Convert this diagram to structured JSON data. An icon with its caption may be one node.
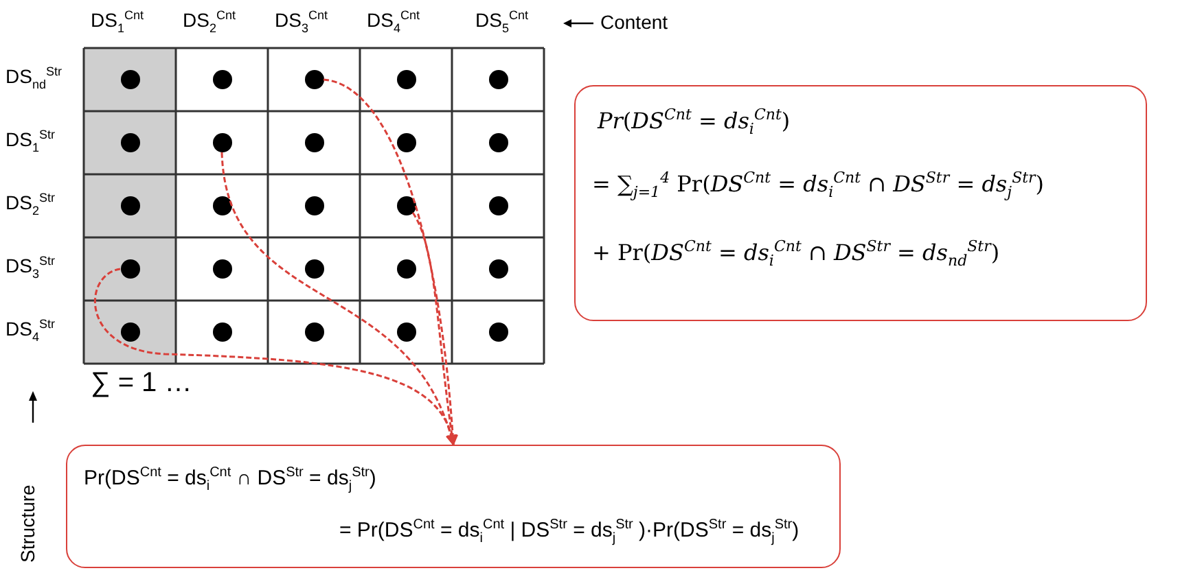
{
  "diagram": {
    "nodes": [
      {
        "text": [],
        "shape": "circle"
      },
      {
        "text": [],
        "shape": "circle"
      },
      {
        "text": [],
        "shape": "circle"
      },
      {
        "text": [],
        "shape": "circle"
      },
      {
        "text": [],
        "shape": "circle"
      },
      {
        "text": [],
        "shape": "circle"
      },
      {
        "text": [],
        "shape": "circle"
      },
      {
        "text": [],
        "shape": "circle"
      },
      {
        "text": [],
        "shape": "circle"
      },
      {
        "text": [],
        "shape": "circle"
      },
      {
        "text": [],
        "shape": "circle"
      },
      {
        "text": [],
        "shape": "circle"
      },
      {
        "text": [],
        "shape": "circle"
      },
      {
        "text": [],
        "shape": "circle"
      },
      {
        "text": [],
        "shape": "circle"
      },
      {
        "text": [],
        "shape": "circle"
      },
      {
        "text": [],
        "shape": "circle"
      },
      {
        "text": [],
        "shape": "circle"
      },
      {
        "text": [],
        "shape": "circle"
      },
      {
        "text": [],
        "shape": "circle"
      },
      {
        "text": [],
        "shape": "circle"
      },
      {
        "text": [],
        "shape": "circle"
      },
      {
        "text": [],
        "shape": "circle"
      },
      {
        "text": [],
        "shape": "circle"
      },
      {
        "text": [],
        "shape": "circle"
      },
      {
        "text": [
          "*Pr*(*DS*$^{Cnt}$ = *ds*$_{i}$$^{Cnt}$)",
          "= ∑$_{j=1}$$^{4}$ Pr(*DS*$^{Cnt}$ = *ds*$_{i}$$^{Cnt}$ ∩ *DS*$^{Str}$ = *ds*$_{j}$$^{Str}$)",
          "+ Pr(*DS*$^{Cnt}$ = *ds*$_{i}$$^{Cnt}$ ∩ *DS*$^{Str}$ = *ds*$_{nd}$$^{Str}$)"
        ]
      },
      {
        "text": [
          "Pr(DS$^{Cnt}$ = ds$_{i}$$^{Cnt}$ ∩ DS$^{Str}$ = ds$_{j}$$^{Str}$)",
          "= Pr(DS$^{Cnt}$ = ds$_{i}$$^{Cnt}$ | DS$^{Str}$ = ds$_{j}$$^{Str}$ )·Pr(DS$^{Str}$ = ds$_{j}$$^{Str}$)"
        ]
      }
    ],
    "edges": [
      {
        "from": 2,
        "to": 26,
        "arrow": "to",
        "style": "dashed"
      },
      {
        "from": 6,
        "to": 26,
        "arrow": "to",
        "style": "dashed"
      },
      {
        "from": 13,
        "to": 26,
        "arrow": "to",
        "style": "dashed"
      },
      {
        "from": 15,
        "to": 26,
        "arrow": "to",
        "style": "dashed"
      }
    ],
    "labels": [
      "DS$_{1}$$^{Cnt}$",
      "DS$_{2}$$^{Cnt}$",
      "DS$_{3}$$^{Cnt}$",
      "DS$_{4}$$^{Cnt}$",
      "DS$_{5}$$^{Cnt}$",
      "Content",
      "DS$_{nd}$$^{Str}$",
      "DS$_{1}$$^{Str}$",
      "DS$_{2}$$^{Str}$",
      "DS$_{3}$$^{Str}$",
      "DS$_{4}$$^{Str}$",
      "∑ = 1 …",
      "Structure"
    ]
  }
}
